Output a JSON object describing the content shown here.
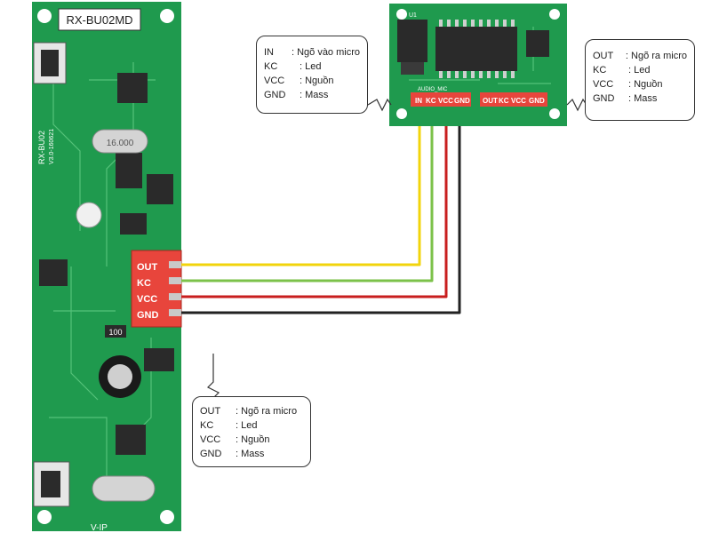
{
  "receiver_board": {
    "model_label": "RX-BU02MD",
    "side_label": "RX-BU02",
    "side_small": "V3.0-160621",
    "crystal_label": "16.000",
    "bottom_label": "V-IP",
    "component_label": "100",
    "connector_pins": [
      "OUT",
      "KC",
      "VCC",
      "GND"
    ]
  },
  "mixer_board": {
    "chip_label": "U1",
    "input_pins": [
      "IN",
      "KC",
      "VCC",
      "GND"
    ],
    "output_pins": [
      "OUT",
      "KC",
      "VCC",
      "GND"
    ],
    "silk_small": "AUDIO_MIC"
  },
  "callouts": {
    "input_legend": [
      {
        "key": "IN",
        "value": ": Ngõ vào micro"
      },
      {
        "key": "KC",
        "value": ": Led"
      },
      {
        "key": "VCC",
        "value": ": Nguồn"
      },
      {
        "key": "GND",
        "value": ": Mass"
      }
    ],
    "output_legend_right": [
      {
        "key": "OUT",
        "value": ": Ngõ ra micro"
      },
      {
        "key": "KC",
        "value": ": Led"
      },
      {
        "key": "VCC",
        "value": ": Nguồn"
      },
      {
        "key": "GND",
        "value": ": Mass"
      }
    ],
    "output_legend_bottom": [
      {
        "key": "OUT",
        "value": ": Ngõ ra micro"
      },
      {
        "key": "KC",
        "value": ": Led"
      },
      {
        "key": "VCC",
        "value": ": Nguồn"
      },
      {
        "key": "GND",
        "value": ": Mass"
      }
    ]
  },
  "wire_colors": {
    "OUT": "#f2d40c",
    "KC": "#7cc24a",
    "VCC": "#c81e1e",
    "GND": "#222222"
  },
  "colors": {
    "pcb": "#1f9a4e",
    "pcb_dark": "#157a3b",
    "connector": "#e8453c"
  }
}
